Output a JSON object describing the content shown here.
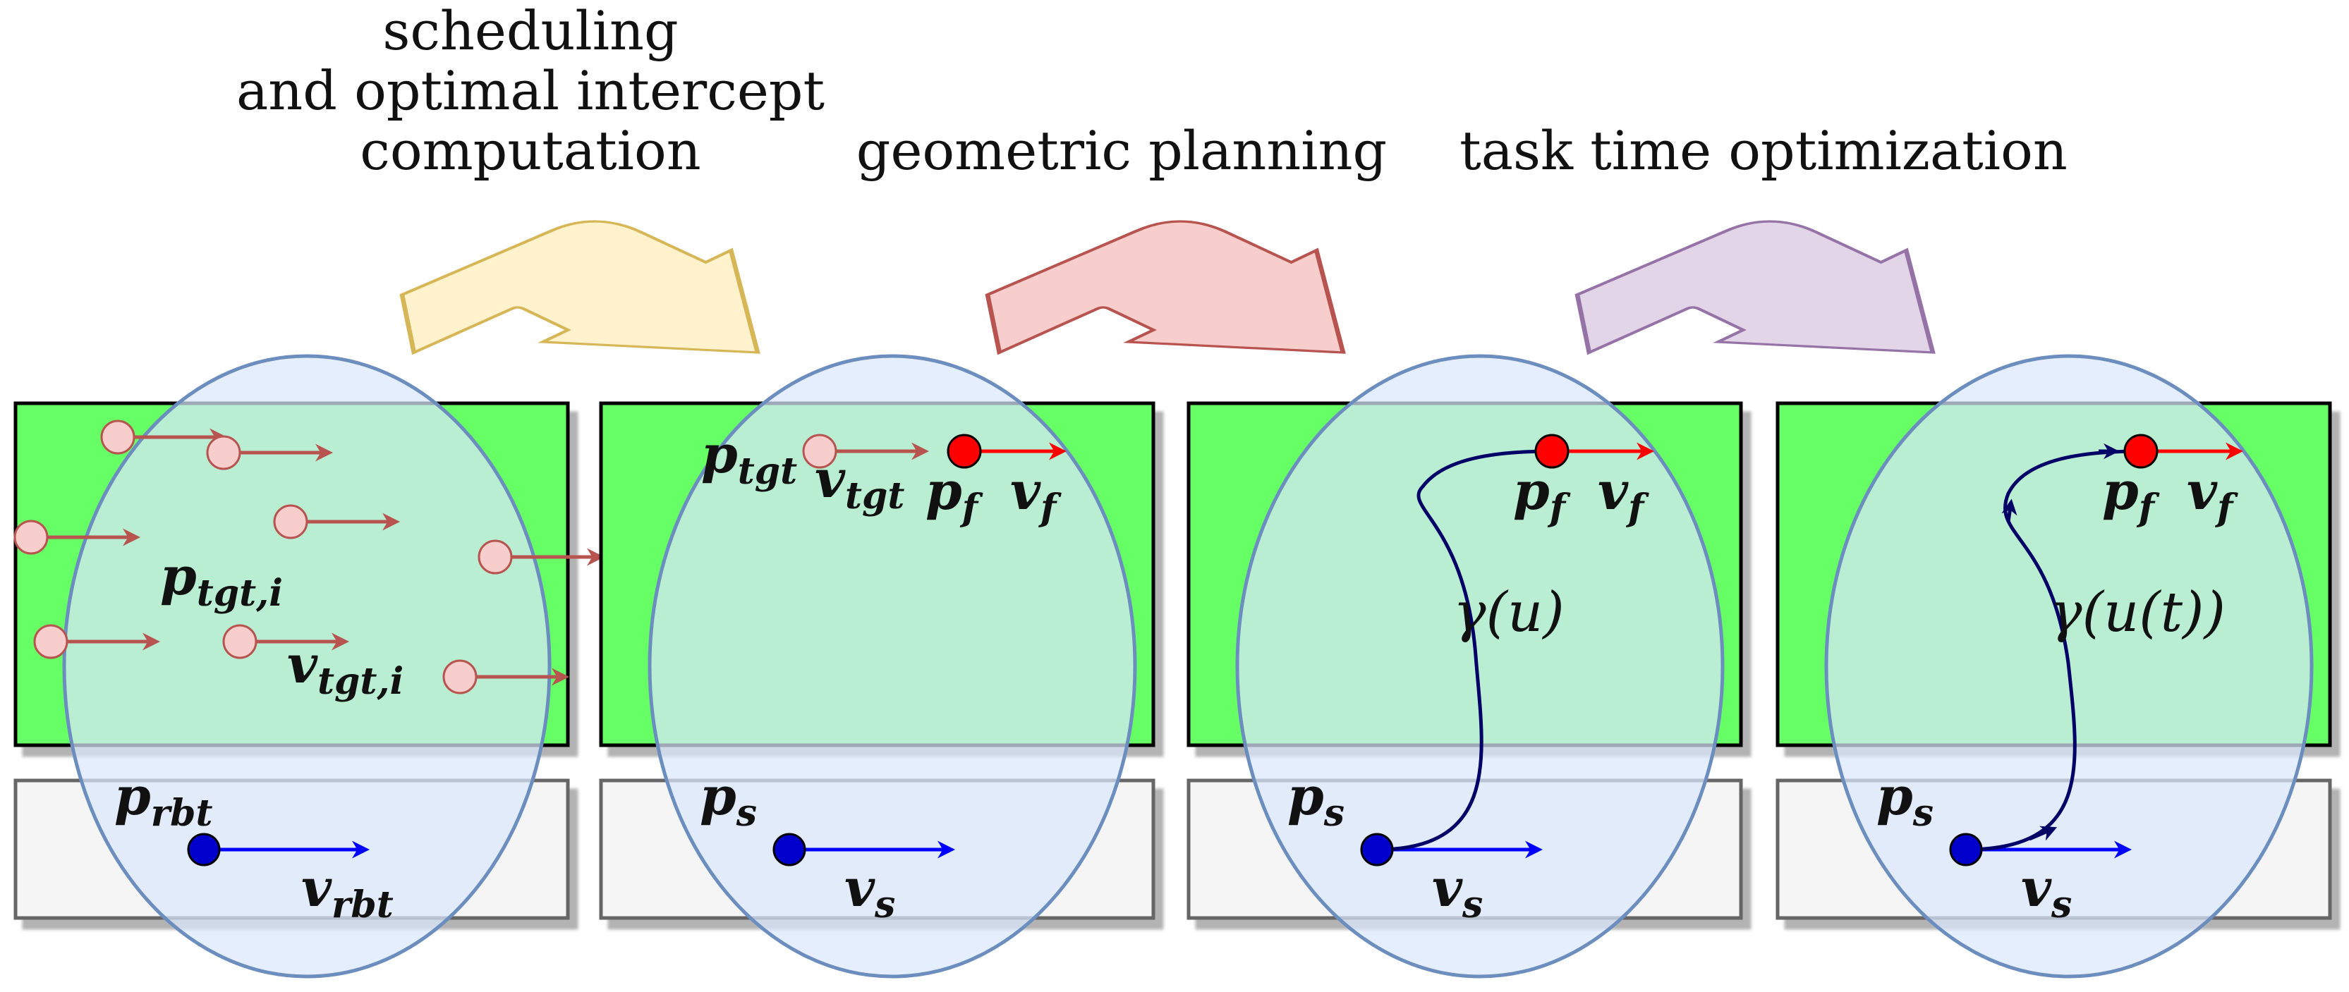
{
  "stages": [
    {
      "lines": [
        "scheduling",
        "and optimal intercept",
        "computation"
      ]
    },
    {
      "lines": [
        "geometric planning"
      ]
    },
    {
      "lines": [
        "task time optimization"
      ]
    }
  ],
  "arrow_colors": [
    {
      "fill": "#fff2cc",
      "stroke": "#d6b656"
    },
    {
      "fill": "#f8cecc",
      "stroke": "#b85450"
    },
    {
      "fill": "#e1d5e7",
      "stroke": "#9673a6"
    }
  ],
  "panels": [
    {
      "target_symbol": {
        "main": "p",
        "sub": "tgt,i"
      },
      "target_vel_symbol": {
        "main": "v",
        "sub": "tgt,i"
      },
      "robot_symbol": {
        "main": "p",
        "sub": "rbt"
      },
      "robot_vel_symbol": {
        "main": "v",
        "sub": "rbt"
      }
    },
    {
      "target_symbol": {
        "main": "p",
        "sub": "tgt"
      },
      "target_vel_symbol": {
        "main": "v",
        "sub": "tgt"
      },
      "final_symbol": {
        "main": "p",
        "sub": "f"
      },
      "final_vel_symbol": {
        "main": "v",
        "sub": "f"
      },
      "robot_symbol": {
        "main": "p",
        "sub": "s"
      },
      "robot_vel_symbol": {
        "main": "v",
        "sub": "s"
      }
    },
    {
      "final_symbol": {
        "main": "p",
        "sub": "f"
      },
      "final_vel_symbol": {
        "main": "v",
        "sub": "f"
      },
      "curve_label": "γ(u)",
      "robot_symbol": {
        "main": "p",
        "sub": "s"
      },
      "robot_vel_symbol": {
        "main": "v",
        "sub": "s"
      }
    },
    {
      "final_symbol": {
        "main": "p",
        "sub": "f"
      },
      "final_vel_symbol": {
        "main": "v",
        "sub": "f"
      },
      "curve_label": "γ(u(t))",
      "robot_symbol": {
        "main": "p",
        "sub": "s"
      },
      "robot_vel_symbol": {
        "main": "v",
        "sub": "s"
      }
    }
  ],
  "colors": {
    "workspace_green": "#66ff66",
    "workspace_stroke": "#000000",
    "robot_area": "#f5f5f5",
    "reach_fill": "#dae8fc",
    "reach_stroke": "#6c8ebf",
    "target_point": "#f8cecc",
    "target_arrow": "#b85450",
    "final_point": "#ff0000",
    "final_arrow": "#ff0000",
    "robot_point": "#0000cc",
    "robot_arrow": "#0000ff",
    "path": "#000066"
  }
}
